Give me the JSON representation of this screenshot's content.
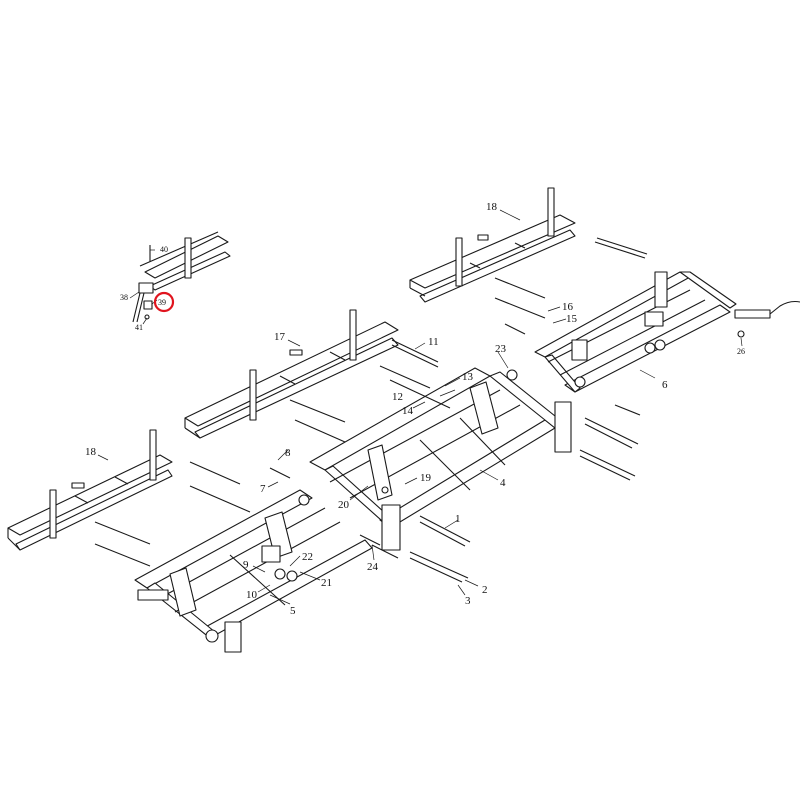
{
  "callouts": [
    {
      "id": "c1",
      "text": "1"
    },
    {
      "id": "c2",
      "text": "2"
    },
    {
      "id": "c3",
      "text": "3"
    },
    {
      "id": "c4",
      "text": "4"
    },
    {
      "id": "c5",
      "text": "5"
    },
    {
      "id": "c6",
      "text": "6"
    },
    {
      "id": "c7",
      "text": "7"
    },
    {
      "id": "c8",
      "text": "8"
    },
    {
      "id": "c9",
      "text": "9"
    },
    {
      "id": "c10",
      "text": "10"
    },
    {
      "id": "c11",
      "text": "11"
    },
    {
      "id": "c12",
      "text": "12"
    },
    {
      "id": "c13",
      "text": "13"
    },
    {
      "id": "c14",
      "text": "14"
    },
    {
      "id": "c15",
      "text": "15"
    },
    {
      "id": "c16",
      "text": "16"
    },
    {
      "id": "c17",
      "text": "17"
    },
    {
      "id": "c18a",
      "text": "18"
    },
    {
      "id": "c18b",
      "text": "18"
    },
    {
      "id": "c19",
      "text": "19"
    },
    {
      "id": "c20",
      "text": "20"
    },
    {
      "id": "c21",
      "text": "21"
    },
    {
      "id": "c22",
      "text": "22"
    },
    {
      "id": "c23",
      "text": "23"
    },
    {
      "id": "c24",
      "text": "24"
    },
    {
      "id": "c26",
      "text": "26"
    },
    {
      "id": "c38",
      "text": "38"
    },
    {
      "id": "c39",
      "text": "39"
    },
    {
      "id": "c40",
      "text": "40"
    },
    {
      "id": "c41",
      "text": "41"
    }
  ],
  "highlight": {
    "callout": "39",
    "color": "#e0141e"
  },
  "colors": {
    "line": "#1a1a1a",
    "background": "#ffffff"
  }
}
